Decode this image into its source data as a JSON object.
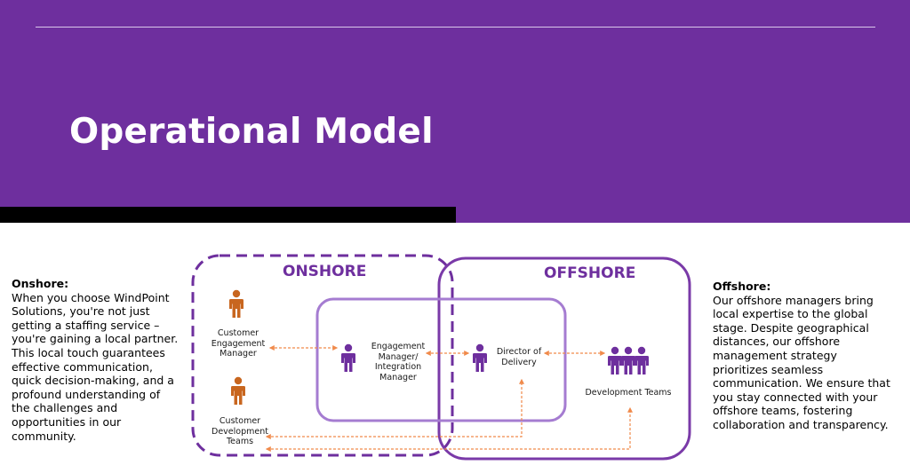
{
  "header": {
    "title": "Operational Model"
  },
  "onshore_text": {
    "heading": "Onshore:",
    "body": "When you choose WindPoint Solutions, you're not just getting a staffing service – you're gaining a local partner. This local touch guarantees effective communication, quick decision-making, and a profound understanding of the challenges and opportunities in our community."
  },
  "offshore_text": {
    "heading": "Offshore:",
    "body": "Our offshore managers bring local expertise to the global stage. Despite geographical distances, our offshore management strategy prioritizes seamless communication. We ensure that you stay connected with your offshore teams, fostering collaboration and transparency."
  },
  "diagram": {
    "onshore_label": "ONSHORE",
    "offshore_label": "OFFSHORE",
    "nodes": {
      "customer_engagement_manager": "Customer Engagement Manager",
      "customer_development_teams": "Customer Development Teams",
      "engagement_manager": "Engagement Manager/ Integration Manager",
      "director_of_delivery": "Director of Delivery",
      "development_teams": "Development Teams"
    },
    "colors": {
      "onshore_person": "#c8661f",
      "team_person": "#6e2f9e",
      "arrow": "#f08a4b",
      "box_border": "#7a3aa8",
      "inner_box": "#a57cd1"
    }
  }
}
